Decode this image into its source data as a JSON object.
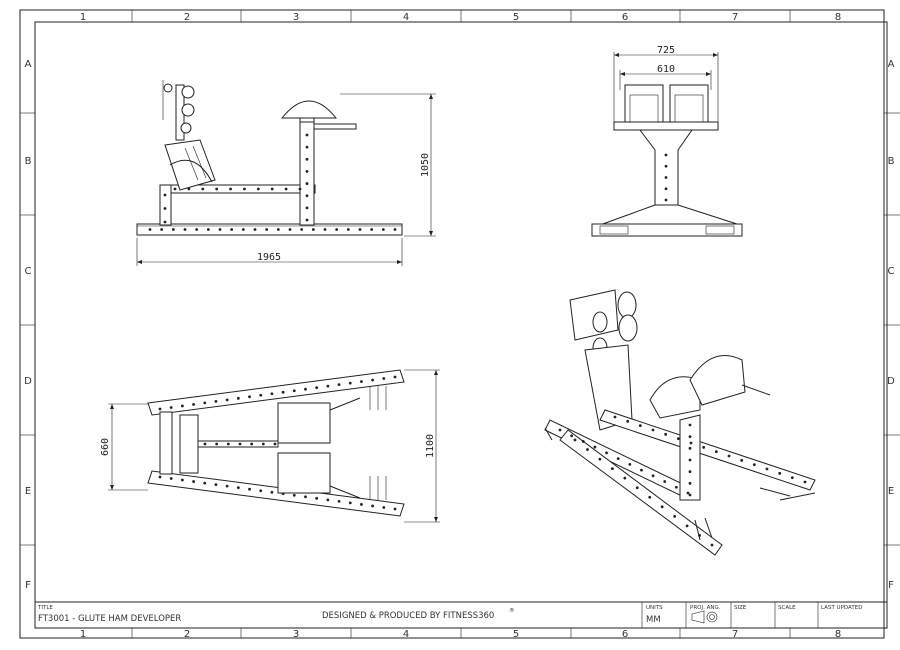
{
  "border": {
    "columns": [
      "1",
      "2",
      "3",
      "4",
      "5",
      "6",
      "7",
      "8"
    ],
    "rows": [
      "A",
      "B",
      "C",
      "D",
      "E",
      "F"
    ]
  },
  "dimensions": {
    "side_height": "1050",
    "side_length": "1965",
    "front_outer_width": "725",
    "front_inner_width": "610",
    "top_inner_width": "660",
    "top_outer_width": "1100"
  },
  "title_block": {
    "title_label": "TITLE",
    "title_value": "FT3001 - GLUTE HAM DEVELOPER",
    "producer": "DESIGNED & PRODUCED BY FITNESS360",
    "producer_mark": "®",
    "units_label": "UNITS",
    "units_value": "MM",
    "proj_label": "PROJ. ANG.",
    "size_label": "SIZE",
    "scale_label": "SCALE",
    "updated_label": "LAST UPDATED"
  }
}
